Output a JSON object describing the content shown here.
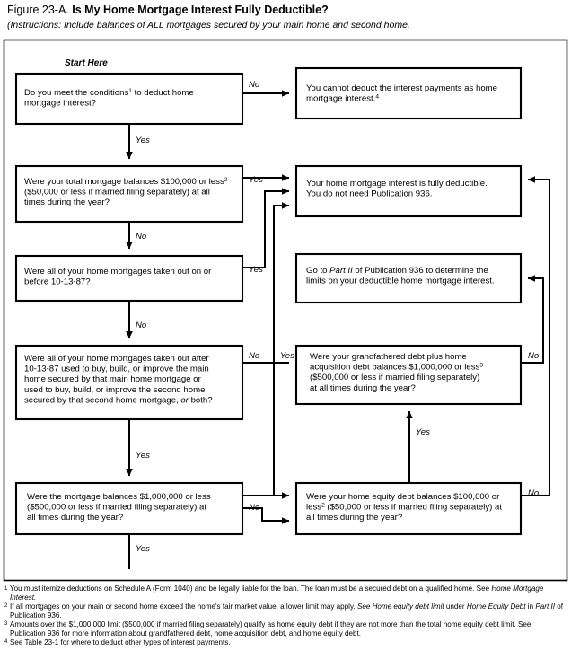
{
  "header": {
    "figure_number": "Figure 23-A.",
    "title": "Is My Home Mortgage Interest Fully Deductible?",
    "instructions": "(Instructions: Include balances of ALL mortgages secured by your main home and second home."
  },
  "start_label": "Start Here",
  "colors": {
    "line": "#000000",
    "box_fill": "#ffffff",
    "background": "#ffffff"
  },
  "nodes": {
    "q1": {
      "id": "q1",
      "lines": [
        "Do you meet the conditions¹ to deduct home",
        "mortgage interest?"
      ],
      "line1a": "Do you meet the conditions",
      "line1sup": "1",
      "line1b": " to deduct home",
      "line2": "mortgage interest?"
    },
    "r_cannot": {
      "id": "r_cannot",
      "line1": "You cannot deduct the interest payments as home",
      "line2a": "mortgage interest.",
      "line2sup": "4"
    },
    "q2": {
      "id": "q2",
      "line1a": "Were your total mortgage balances $100,000 or less",
      "line1sup": "2",
      "line2": "($50,000 or less if married filing separately) at all",
      "line3": "times during the year?"
    },
    "r_fully": {
      "id": "r_fully",
      "line1": "Your home mortgage interest is fully deductible.",
      "line2": "You do not need Publication 936."
    },
    "q3": {
      "id": "q3",
      "line1": "Were all of your home mortgages taken out on or",
      "line2": "before 10-13-87?"
    },
    "r_partii": {
      "id": "r_partii",
      "line1a": "Go to ",
      "line1_italic": "Part II",
      "line1b": " of Publication 936 to determine the",
      "line2": "limits on your deductible home mortgage interest."
    },
    "q4": {
      "id": "q4",
      "line1": "Were all of your home mortgages taken out after",
      "line2": "10-13-87 used to buy, build, or improve the main",
      "line3": "home secured by that main home mortgage or",
      "line4": "used to buy, build, or improve the second home",
      "line5a": "secured by that second home mortgage, ",
      "line5_italic": "or",
      "line5b": " both?"
    },
    "q5": {
      "id": "q5",
      "line1": "Were your grandfathered debt plus home",
      "line2a": "acquisition debt balances $1,000,000 or less",
      "line2sup": "3",
      "line3": "($500,000 or less if married filing separately)",
      "line4": "at all times during the year?"
    },
    "q6": {
      "id": "q6",
      "line1": "Were the mortgage balances $1,000,000 or less",
      "line2": "($500,000 or less if married filing separately) at",
      "line3": "all times during the year?"
    },
    "q7": {
      "id": "q7",
      "line1": "Were your home equity debt balances $100,000 or",
      "line2a": "less",
      "line2sup": "2",
      "line2b": " ($50,000 or less if married filing separately) at",
      "line3": "all times during the year?"
    }
  },
  "edge_labels": {
    "q1_no": "No",
    "q1_yes": "Yes",
    "q2_yes": "Yes",
    "q2_no": "No",
    "q3_yes": "Yes",
    "q3_no": "No",
    "q4_no": "No",
    "q4_yes": "Yes",
    "q5_yes": "Yes",
    "q5_no": "No",
    "q6_no": "No",
    "q6_yes": "Yes",
    "q7_no": "No"
  },
  "footnotes": [
    {
      "marker": "1",
      "parts": [
        {
          "t": "You must itemize deductions on Schedule A (Form 1040) and be legally liable for the loan. The loan must be a secured debt on a qualified home. See ",
          "i": false
        },
        {
          "t": "Home Mortgage Interest.",
          "i": true
        }
      ]
    },
    {
      "marker": "2",
      "parts": [
        {
          "t": "If all mortgages on your main or second home exceed the home's fair market value, a lower limit may apply. ",
          "i": false
        },
        {
          "t": "See Home equity debt limit",
          "i": true
        },
        {
          "t": " under ",
          "i": false
        },
        {
          "t": "Home Equity Debt",
          "i": true
        },
        {
          "t": " in ",
          "i": false
        },
        {
          "t": "Part II",
          "i": true
        },
        {
          "t": " of Publication 936.",
          "i": false
        }
      ]
    },
    {
      "marker": "3",
      "parts": [
        {
          "t": "Amounts over the $1,000,000 limit ($500,000 if married filing separately) qualify as home equity debt if they are not more than the total home equity debt limit. See Publication 936 for more information about grandfathered debt, home acquisition debt, and home equity debt.",
          "i": false
        }
      ]
    },
    {
      "marker": "4",
      "parts": [
        {
          "t": "See Table 23-1 for where to deduct other types of interest payments.",
          "i": false
        }
      ]
    }
  ]
}
